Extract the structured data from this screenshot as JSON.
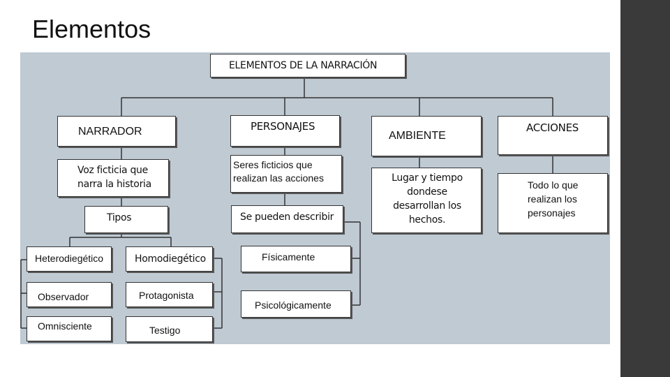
{
  "slide": {
    "title": "Elementos"
  },
  "diagram": {
    "root": "ELEMENTOS DE LA NARRACIÓN",
    "narrador": {
      "label": "NARRADOR",
      "description": "Voz ficticia que\nnarra la historia",
      "types_label": "Tipos",
      "types": [
        "Heterodiegético",
        "Homodiegético",
        "Observador",
        "Protagonista",
        "Omnisciente",
        "Testigo"
      ]
    },
    "personajes": {
      "label": "PERSONAJES",
      "description": "Seres ficticios que\nrealizan las acciones",
      "describe_label": "Se pueden describir",
      "ways": [
        "Físicamente",
        "Psicológicamente"
      ]
    },
    "ambiente": {
      "label": "AMBIENTE",
      "description": "Lugar y tiempo\ndondese\ndesarrollan  los\nhechos."
    },
    "acciones": {
      "label": "ACCIONES",
      "description": "Todo lo que\nrealizan los\npersonajes"
    }
  }
}
